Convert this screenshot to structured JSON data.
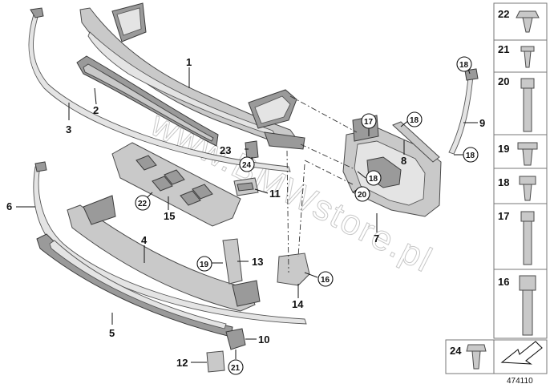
{
  "callouts": {
    "p1": "1",
    "p2": "2",
    "p3": "3",
    "p4": "4",
    "p5": "5",
    "p6": "6",
    "p7": "7",
    "p8": "8",
    "p9": "9",
    "p10": "10",
    "p11": "11",
    "p12": "12",
    "p13": "13",
    "p14": "14",
    "p15": "15"
  },
  "circled": {
    "c17": "17",
    "c18a": "18",
    "c18b": "18",
    "c18c": "18",
    "c18d": "18",
    "c20": "20",
    "c23": "23",
    "c24": "24",
    "c22": "22",
    "c19": "19",
    "c16": "16",
    "c21": "21"
  },
  "panel": {
    "n22": "22",
    "n21": "21",
    "n20": "20",
    "n19": "19",
    "n18": "18",
    "n17": "17",
    "n16": "16",
    "n24": "24"
  },
  "watermark": "www.BMWstore.pl",
  "ref_number": "474110",
  "colors": {
    "part_fill": "#c9c9c9",
    "line": "#111111",
    "panel_border": "#777777"
  }
}
